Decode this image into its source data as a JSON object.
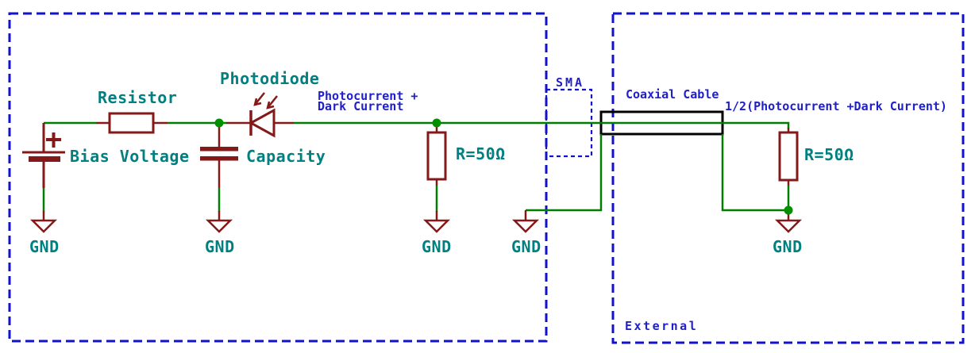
{
  "colors": {
    "background": "#FFFFFF",
    "border": "#1212CC",
    "note": "#2020C8",
    "label": "#008080",
    "wire": "#007E00",
    "junction": "#009000",
    "component": "#841919",
    "coax": "#000000"
  },
  "left_region": {
    "components": {
      "bias_voltage": {
        "label": "Bias Voltage"
      },
      "resistor": {
        "label": "Resistor"
      },
      "photodiode": {
        "label": "Photodiode"
      },
      "capacity": {
        "label": "Capacity"
      },
      "termination": {
        "label": "R=50Ω"
      }
    },
    "net_label": {
      "line1": "Photocurrent +",
      "line2": "Dark Current"
    },
    "gnd_label": "GND"
  },
  "interface": {
    "sma_label": "SMA"
  },
  "right_region": {
    "coax_label": "Coaxial Cable",
    "signal_label": "1/2(Photocurrent +Dark Current)",
    "termination": {
      "label": "R=50Ω"
    },
    "gnd_label": "GND",
    "region_label": "External"
  }
}
